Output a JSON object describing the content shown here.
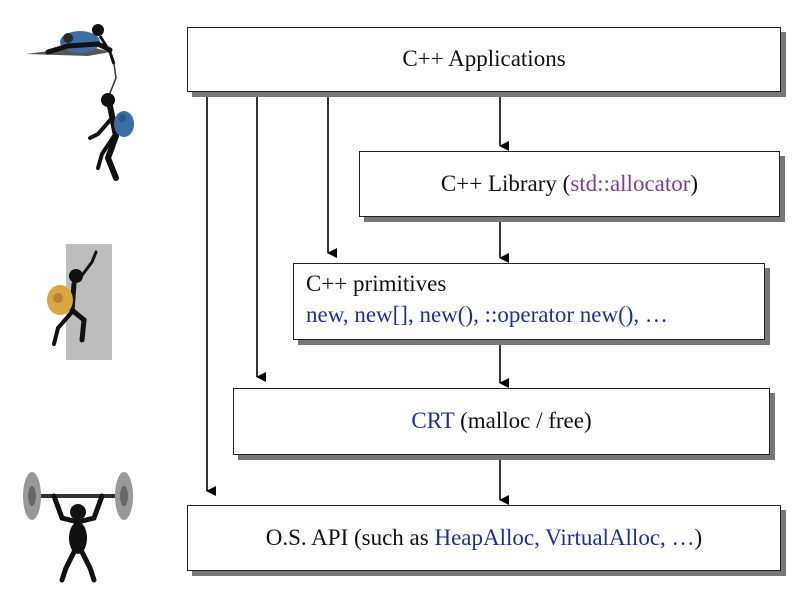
{
  "boxes": {
    "applications": {
      "label": "C++ Applications"
    },
    "library": {
      "prefix": "C++ Library (",
      "highlight": "std::allocator",
      "suffix": ")"
    },
    "primitives": {
      "title": "C++ primitives",
      "items": "new, new[], new(), ::operator new(), …"
    },
    "crt": {
      "highlight": "CRT",
      "rest": " (malloc / free)"
    },
    "os_api": {
      "prefix": "O.S. API (such as ",
      "highlight": "HeapAlloc, VirtualAlloc, …",
      "suffix": ")"
    }
  },
  "icons": {
    "top": "climbers-on-cliff-icon",
    "middle": "rock-climber-icon",
    "bottom": "weightlifter-icon"
  },
  "colors": {
    "highlight_purple": "#7a3d9a",
    "highlight_blue": "#1f2f9a",
    "box_border": "#222222",
    "box_shadow": "#777777"
  }
}
